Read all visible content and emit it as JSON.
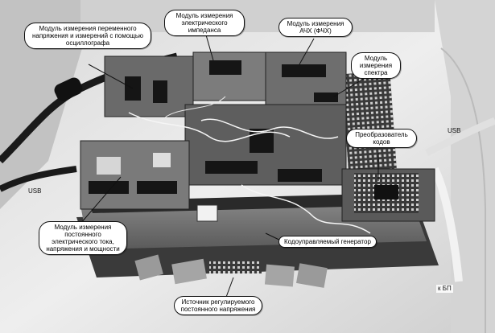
{
  "callouts": {
    "ac_voltage_module": "Модуль измерения переменного напряжения и измерений с помощью осциллографа",
    "impedance_module": "Модуль измерения электрического импеданса",
    "frequency_response_module": "Модуль измерения АЧХ (ФЧХ)",
    "spectrum_module": "Модуль измерения спектра",
    "code_converter": "Преобразователь кодов",
    "dc_module": "Модуль измерения постоянного электрического тока, напряжения и мощности",
    "code_generator": "Кодоуправляемый генератор",
    "dc_voltage_source": "Источник регулируемого постоянного напряжения"
  },
  "tags": {
    "usb_left": "USB",
    "usb_right": "USB",
    "to_power_supply": "к БП"
  },
  "colors": {
    "callout_background": "#ffffff",
    "callout_border": "#111111",
    "board_dark": "#2e2e2e",
    "board_mid": "#6d6d6d",
    "background_light": "#e6e6e6"
  }
}
